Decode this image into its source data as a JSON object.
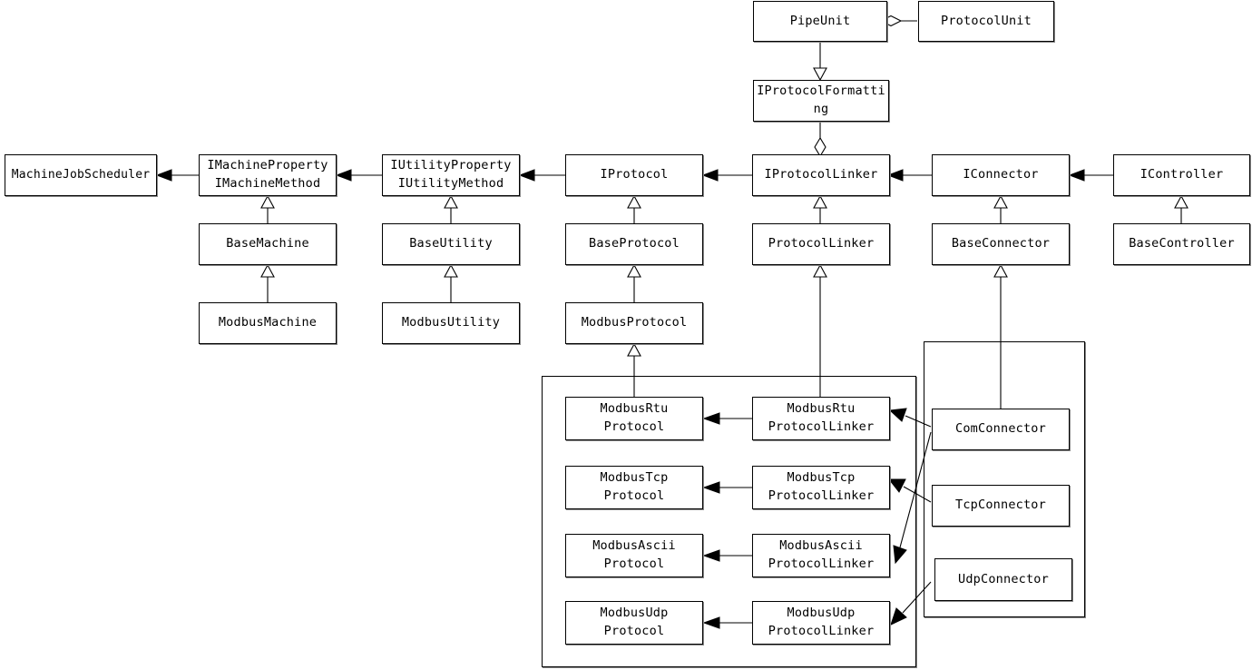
{
  "diagram": {
    "title": "Modbus protocol framework class diagram",
    "background": "#ffffff",
    "line_color": "#000000",
    "box_fill": "#ffffff"
  },
  "nodes": {
    "pipe_unit": "PipeUnit",
    "protocol_unit": "ProtocolUnit",
    "iprotocol_formatting": "IProtocolFormatti\nng",
    "machine_job_scheduler": "MachineJobScheduler",
    "imachine_property": "IMachineProperty\nIMachineMethod",
    "iutility_property": "IUtilityProperty\nIUtilityMethod",
    "iprotocol": "IProtocol",
    "iprotocol_linker": "IProtocolLinker",
    "iconnector": "IConnector",
    "icontroller": "IController",
    "base_machine": "BaseMachine",
    "base_utility": "BaseUtility",
    "base_protocol": "BaseProtocol",
    "protocol_linker": "ProtocolLinker",
    "base_connector": "BaseConnector",
    "base_controller": "BaseController",
    "modbus_machine": "ModbusMachine",
    "modbus_utility": "ModbusUtility",
    "modbus_protocol": "ModbusProtocol",
    "modbus_rtu_protocol": "ModbusRtu\nProtocol",
    "modbus_tcp_protocol": "ModbusTcp\nProtocol",
    "modbus_ascii_protocol": "ModbusAscii\nProtocol",
    "modbus_udp_protocol": "ModbusUdp\nProtocol",
    "modbus_rtu_protocol_linker": "ModbusRtu\nProtocolLinker",
    "modbus_tcp_protocol_linker": "ModbusTcp\nProtocolLinker",
    "modbus_ascii_protocol_linker": "ModbusAscii\nProtocolLinker",
    "modbus_udp_protocol_linker": "ModbusUdp\nProtocolLinker",
    "com_connector": "ComConnector",
    "tcp_connector": "TcpConnector",
    "udp_connector": "UdpConnector"
  },
  "relationships": [
    {
      "from": "ProtocolUnit",
      "to": "PipeUnit",
      "type": "aggregation"
    },
    {
      "from": "PipeUnit",
      "to": "IProtocolFormatting",
      "type": "realization"
    },
    {
      "from": "IProtocolFormatting",
      "to": "IProtocolLinker",
      "type": "aggregation"
    },
    {
      "from": "IMachineProperty/IMachineMethod",
      "to": "MachineJobScheduler",
      "type": "association"
    },
    {
      "from": "IUtilityProperty/IUtilityMethod",
      "to": "IMachineProperty/IMachineMethod",
      "type": "association"
    },
    {
      "from": "IProtocol",
      "to": "IUtilityProperty/IUtilityMethod",
      "type": "association"
    },
    {
      "from": "IProtocolLinker",
      "to": "IProtocol",
      "type": "association"
    },
    {
      "from": "IConnector",
      "to": "IProtocolLinker",
      "type": "association"
    },
    {
      "from": "IController",
      "to": "IConnector",
      "type": "association"
    },
    {
      "from": "BaseMachine",
      "to": "IMachineProperty/IMachineMethod",
      "type": "realization"
    },
    {
      "from": "BaseUtility",
      "to": "IUtilityProperty/IUtilityMethod",
      "type": "realization"
    },
    {
      "from": "BaseProtocol",
      "to": "IProtocol",
      "type": "realization"
    },
    {
      "from": "ProtocolLinker",
      "to": "IProtocolLinker",
      "type": "realization"
    },
    {
      "from": "BaseConnector",
      "to": "IConnector",
      "type": "realization"
    },
    {
      "from": "BaseController",
      "to": "IController",
      "type": "realization"
    },
    {
      "from": "ModbusMachine",
      "to": "BaseMachine",
      "type": "realization"
    },
    {
      "from": "ModbusUtility",
      "to": "BaseUtility",
      "type": "realization"
    },
    {
      "from": "ModbusProtocol",
      "to": "BaseProtocol",
      "type": "realization"
    },
    {
      "from": "ModbusRtuProtocol",
      "to": "ModbusProtocol",
      "type": "realization"
    },
    {
      "from": "ModbusRtuProtocolLinker",
      "to": "ProtocolLinker",
      "type": "realization"
    },
    {
      "from": "ComConnector",
      "to": "BaseConnector",
      "type": "realization"
    },
    {
      "from": "ModbusRtuProtocolLinker",
      "to": "ModbusRtuProtocol",
      "type": "association"
    },
    {
      "from": "ModbusTcpProtocolLinker",
      "to": "ModbusTcpProtocol",
      "type": "association"
    },
    {
      "from": "ModbusAsciiProtocolLinker",
      "to": "ModbusAsciiProtocol",
      "type": "association"
    },
    {
      "from": "ModbusUdpProtocolLinker",
      "to": "ModbusUdpProtocol",
      "type": "association"
    },
    {
      "from": "ComConnector",
      "to": "ModbusRtuProtocolLinker",
      "type": "association"
    },
    {
      "from": "ComConnector",
      "to": "ModbusAsciiProtocolLinker",
      "type": "association"
    },
    {
      "from": "TcpConnector",
      "to": "ModbusTcpProtocolLinker",
      "type": "association"
    },
    {
      "from": "UdpConnector",
      "to": "ModbusUdpProtocolLinker",
      "type": "association"
    }
  ],
  "groups": [
    {
      "name": "modbus-implementations-group"
    },
    {
      "name": "connectors-group"
    }
  ]
}
